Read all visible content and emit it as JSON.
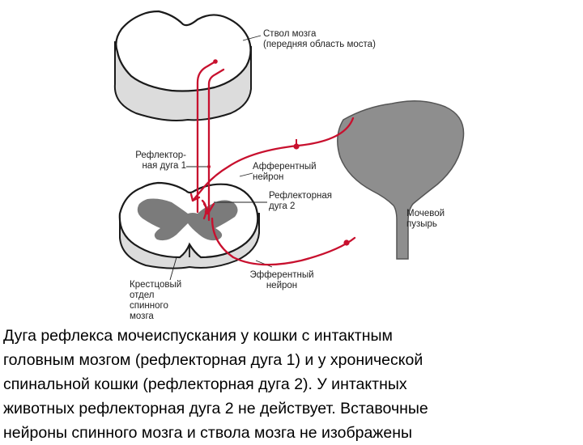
{
  "labels": {
    "brainstem": "Ствол мозга\n(передняя область моста)",
    "reflex_arc_1": "Рефлектор-\nная дуга 1",
    "afferent_neuron": "Афферентный\nнейрон",
    "reflex_arc_2": "Рефлекторная\nдуга 2",
    "bladder": "Мочевой\nпузырь",
    "efferent_neuron": "Эфферентный\nнейрон",
    "sacral_cord": "Крестцовый\nотдел\nспинного\nмозга"
  },
  "caption": {
    "line1": "Дуга рефлекса мочеиспускания у кошки с интактным",
    "line2": "головным мозгом (рефлекторная дуга 1) и у хронической",
    "line3": "спинальной кошки (рефлекторная дуга 2). У интактных",
    "line4": "животных рефлекторная дуга 2 не действует. Вставочные",
    "line5": "нейроны спинного мозга и ствола мозга не изображены"
  },
  "colors": {
    "neuron": "#c8102e",
    "gray_matter": "#7b7b7b",
    "bladder_fill": "#8e8e8e",
    "outline": "#1a1a1a"
  }
}
